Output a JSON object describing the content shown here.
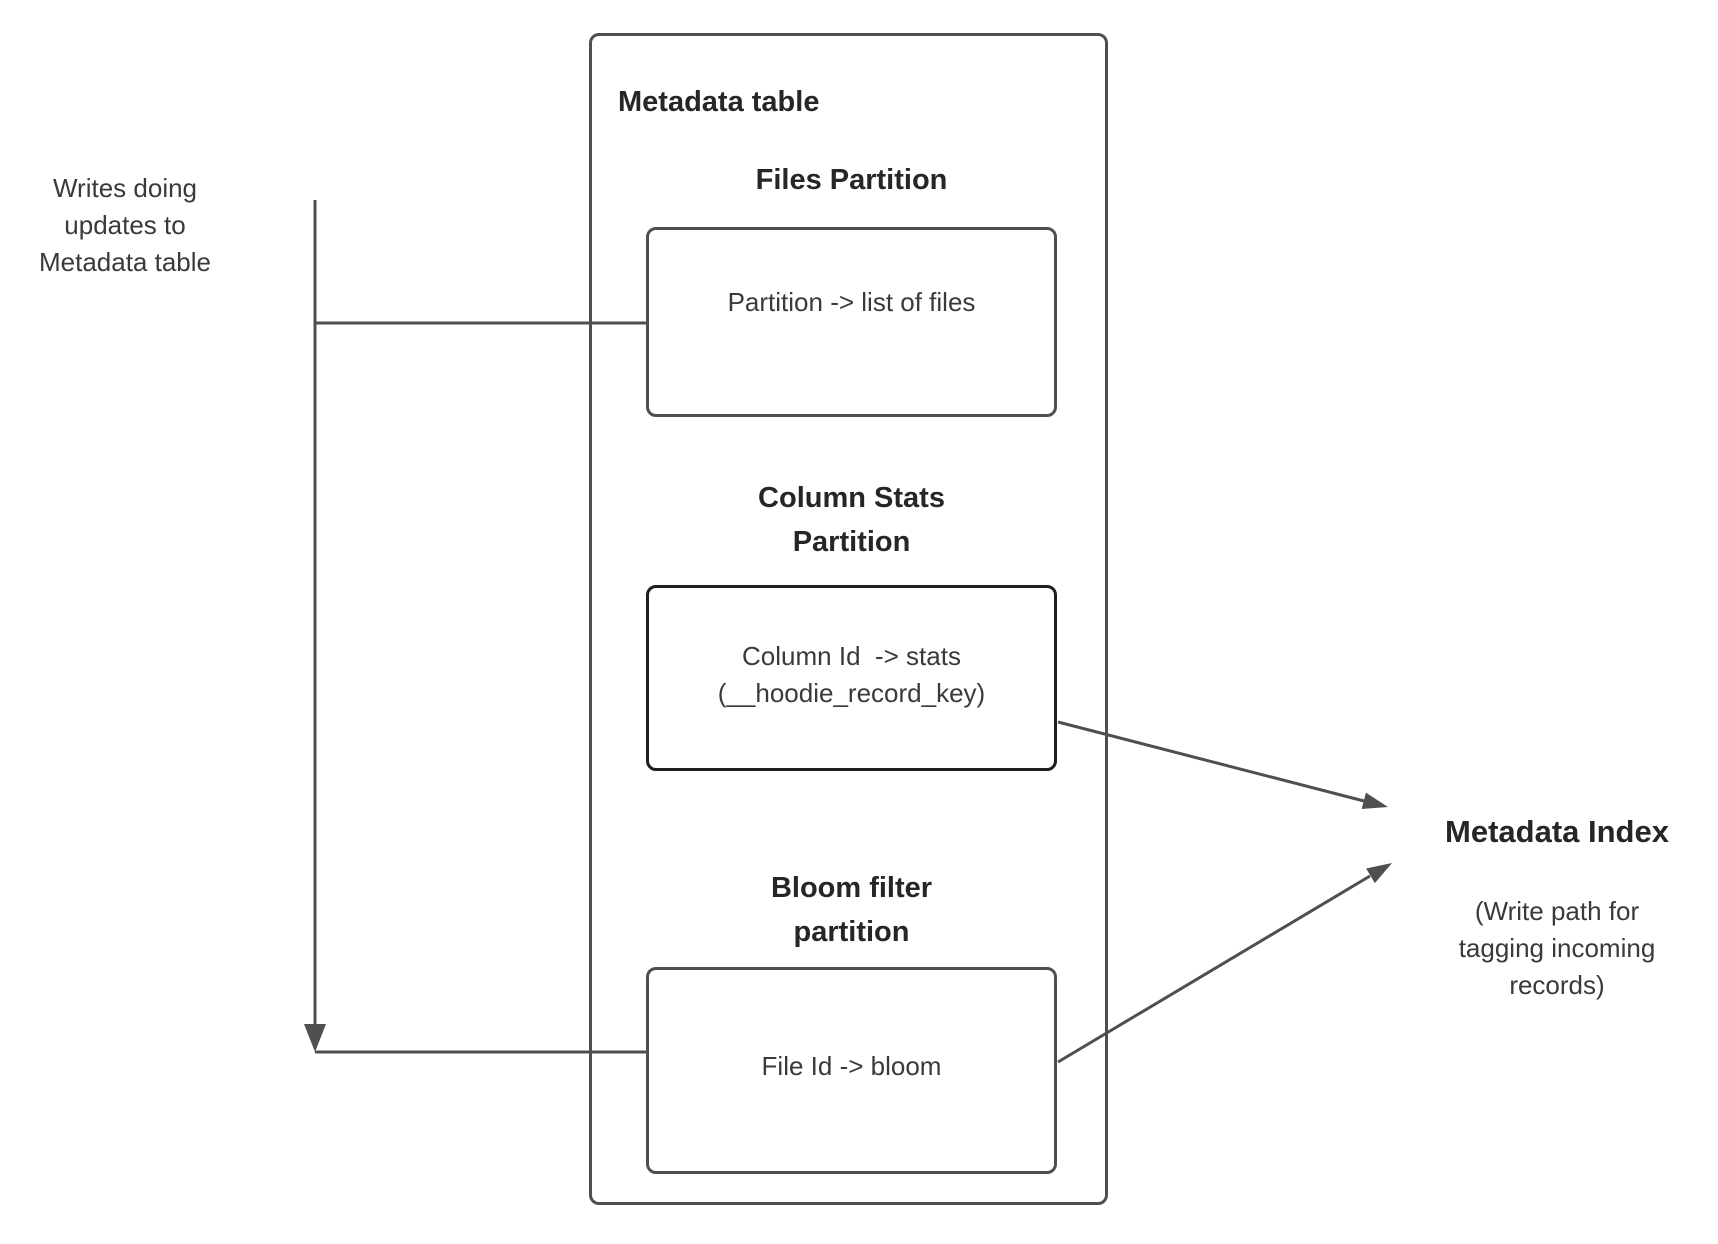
{
  "left_note": {
    "text": "Writes doing\nupdates to\nMetadata table"
  },
  "metadata_table": {
    "title": "Metadata table",
    "files_partition": {
      "heading": "Files Partition",
      "mapping": "Partition -> list of files"
    },
    "column_stats_partition": {
      "heading": "Column Stats\nPartition",
      "mapping": "Column Id  -> stats\n(__hoodie_record_key)"
    },
    "bloom_filter_partition": {
      "heading": "Bloom filter\npartition",
      "mapping": "File Id -> bloom"
    }
  },
  "metadata_index": {
    "title": "Metadata Index",
    "subtitle": "(Write path for\ntagging incoming\nrecords)"
  },
  "appearance": {
    "background": "#ffffff",
    "connector_color": "#4f4f4f",
    "box_border_color": "#4f4f4f",
    "emphasis_border_color": "#1e1e1e",
    "heading_text_color": "#262626",
    "body_text_color": "#3a3a3a"
  }
}
